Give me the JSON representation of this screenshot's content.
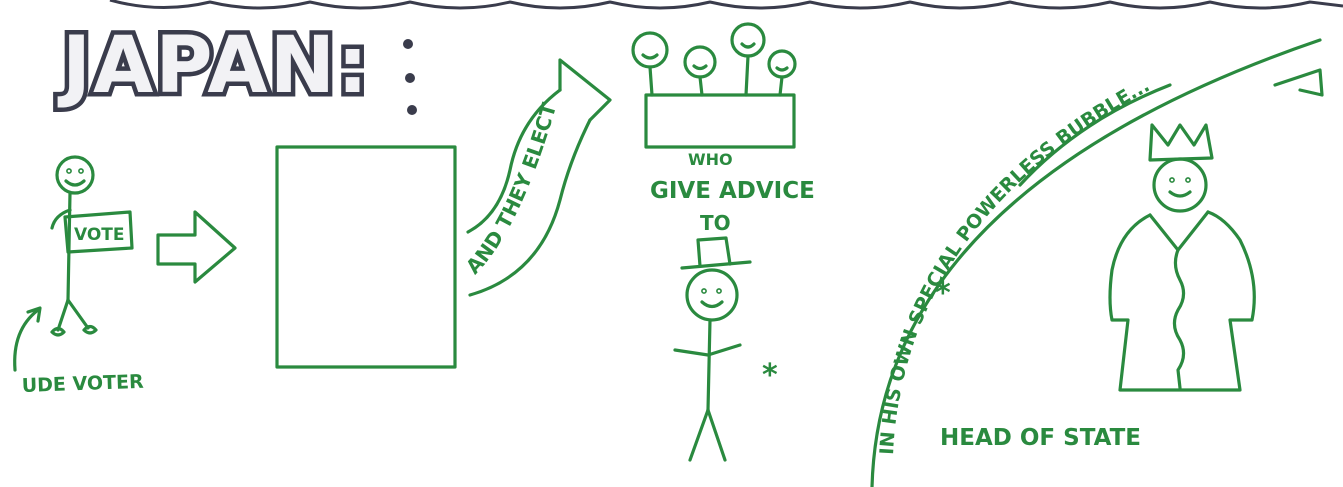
{
  "title": "JAPAN:",
  "colors": {
    "ink": "#2a8a3f",
    "title_outline": "#3a3c4c",
    "title_fill": "#f2f2f5",
    "background": "#ffffff"
  },
  "labels": {
    "vote_sign": "VOTE",
    "voter": "UDE VOTER",
    "and_they_elect": "AND THEY ELECT...",
    "who": "WHO",
    "give_advice": "GIVE ADVICE",
    "to": "TO",
    "asterisk_middle": "*",
    "bubble_caption": "IN HIS OWN SPECIAL POWERLESS BUBBLE...",
    "asterisk_right": "*",
    "head_of_state": "HEAD OF STATE"
  }
}
